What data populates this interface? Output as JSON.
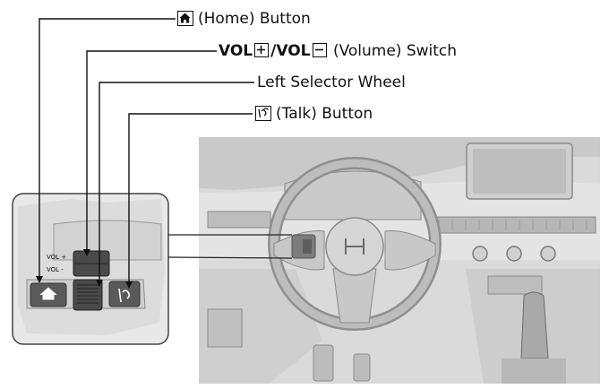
{
  "labels": {
    "home": "(Home) Button",
    "volume_vol_plus": "VOL",
    "volume_slash": "/",
    "volume_vol_minus": "VOL",
    "volume_text": "(Volume) Switch",
    "left_selector": "Left Selector Wheel",
    "talk": "(Talk) Button"
  },
  "inset": {
    "vol_plus": "VOL +",
    "vol_minus": "VOL -"
  },
  "icons": {
    "home": "home-icon",
    "plus": "plus-icon",
    "minus": "minus-icon",
    "talk": "talk-icon"
  },
  "colors": {
    "line": "#111111",
    "cabin": "#d9d9d9",
    "inset_bg": "#e6e6e6"
  }
}
